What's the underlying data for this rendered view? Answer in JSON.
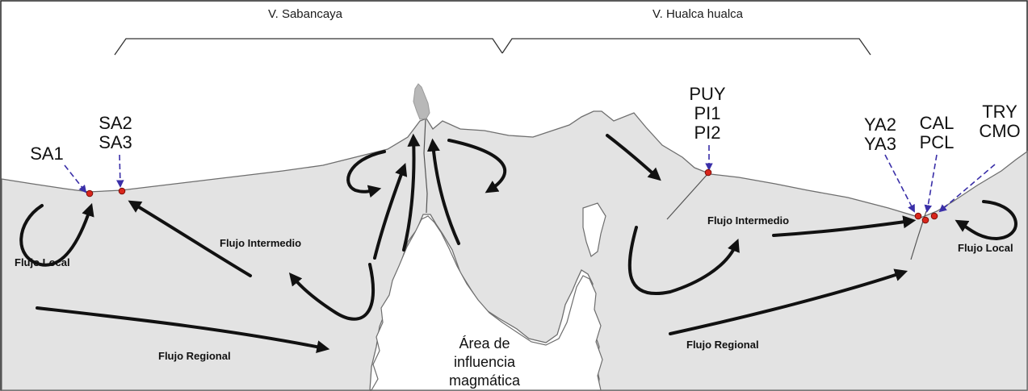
{
  "volcanoes": [
    "V. Sabancaya",
    "V. Hualca hualca"
  ],
  "flows": {
    "local_left": "Flujo Local",
    "intermediate_left": "Flujo Intermedio",
    "regional_left": "Flujo Regional",
    "intermediate_right": "Flujo Intermedio",
    "regional_right": "Flujo Regional",
    "local_right": "Flujo Local"
  },
  "magmatic_area": [
    "Área de",
    "influencia",
    "magmática"
  ],
  "sites": {
    "sa1": [
      "SA1"
    ],
    "sa2_sa3": [
      "SA2",
      "SA3"
    ],
    "puy_group": [
      "PUY",
      "PI1",
      "PI2"
    ],
    "ya_group": [
      "YA2",
      "YA3"
    ],
    "cal_group": [
      "CAL",
      "PCL"
    ],
    "try_group": [
      "TRY",
      "CMO"
    ]
  },
  "colors": {
    "terrain_fill": "#e3e3e3",
    "terrain_outline": "#6e6e6e",
    "arrow": "#111111",
    "dashed_arrow": "#3a2fa8",
    "sample_point": "#d9261c",
    "plume": "#b8b8b8"
  }
}
